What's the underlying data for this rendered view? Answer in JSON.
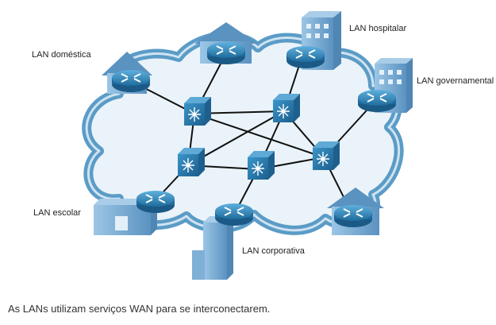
{
  "labels": {
    "home": "LAN doméstica",
    "hospital": "LAN hospitalar",
    "government": "LAN governamental",
    "school": "LAN escolar",
    "corporate": "LAN corporativa"
  },
  "caption": "As LANs utilizam serviços WAN para se interconectarem.",
  "colors": {
    "cloud": "#5b9cc7",
    "cloud_light": "#cfe3f1",
    "device": "#2d7fb2",
    "device_top": "#5ea9d6",
    "building": "#7fb0d6",
    "link": "#111111"
  }
}
